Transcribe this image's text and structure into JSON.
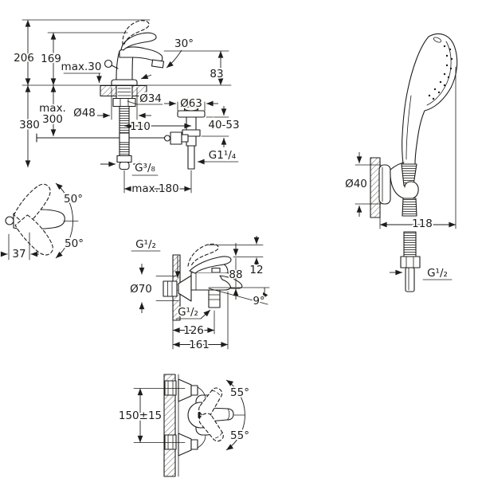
{
  "drawing": {
    "background": "#ffffff",
    "line_color": "#1d1d1b"
  },
  "basin_mixer": {
    "overall_height": "206",
    "spout_height": "169",
    "aerator_clearance": "max.30",
    "handle_angle": "30°",
    "outlet_to_deck": "83",
    "escutcheon_dia": "Ø48",
    "shank_dia": "Ø34",
    "max_label": "max.",
    "max_value": "300",
    "hose_drop": "380",
    "waste_offset": "110",
    "waste_flange_dia": "Ø63",
    "deck_thickness_range": "40-53",
    "supply_thread": "G³/₈",
    "waste_thread": "G1¹/₄",
    "reach": "max.180"
  },
  "lever_detail": {
    "open_angle_up": "50°",
    "open_angle_down": "50°",
    "lever_width": "37"
  },
  "bath_mixer": {
    "inlet_thread": "G¹/₂",
    "escutcheon_dia": "Ø70",
    "body_height": "88",
    "lever_lift": "12",
    "spout_angle": "9°",
    "outlet_thread": "G¹/₂",
    "projection_outlet": "126",
    "projection_total": "161"
  },
  "bath_mixer_front": {
    "inlet_distance": "150±15",
    "handle_angle_up": "55°",
    "handle_angle_down": "55°"
  },
  "hand_shower": {
    "holder_dia": "Ø40",
    "projection": "118",
    "hose_thread": "G¹/₂"
  }
}
